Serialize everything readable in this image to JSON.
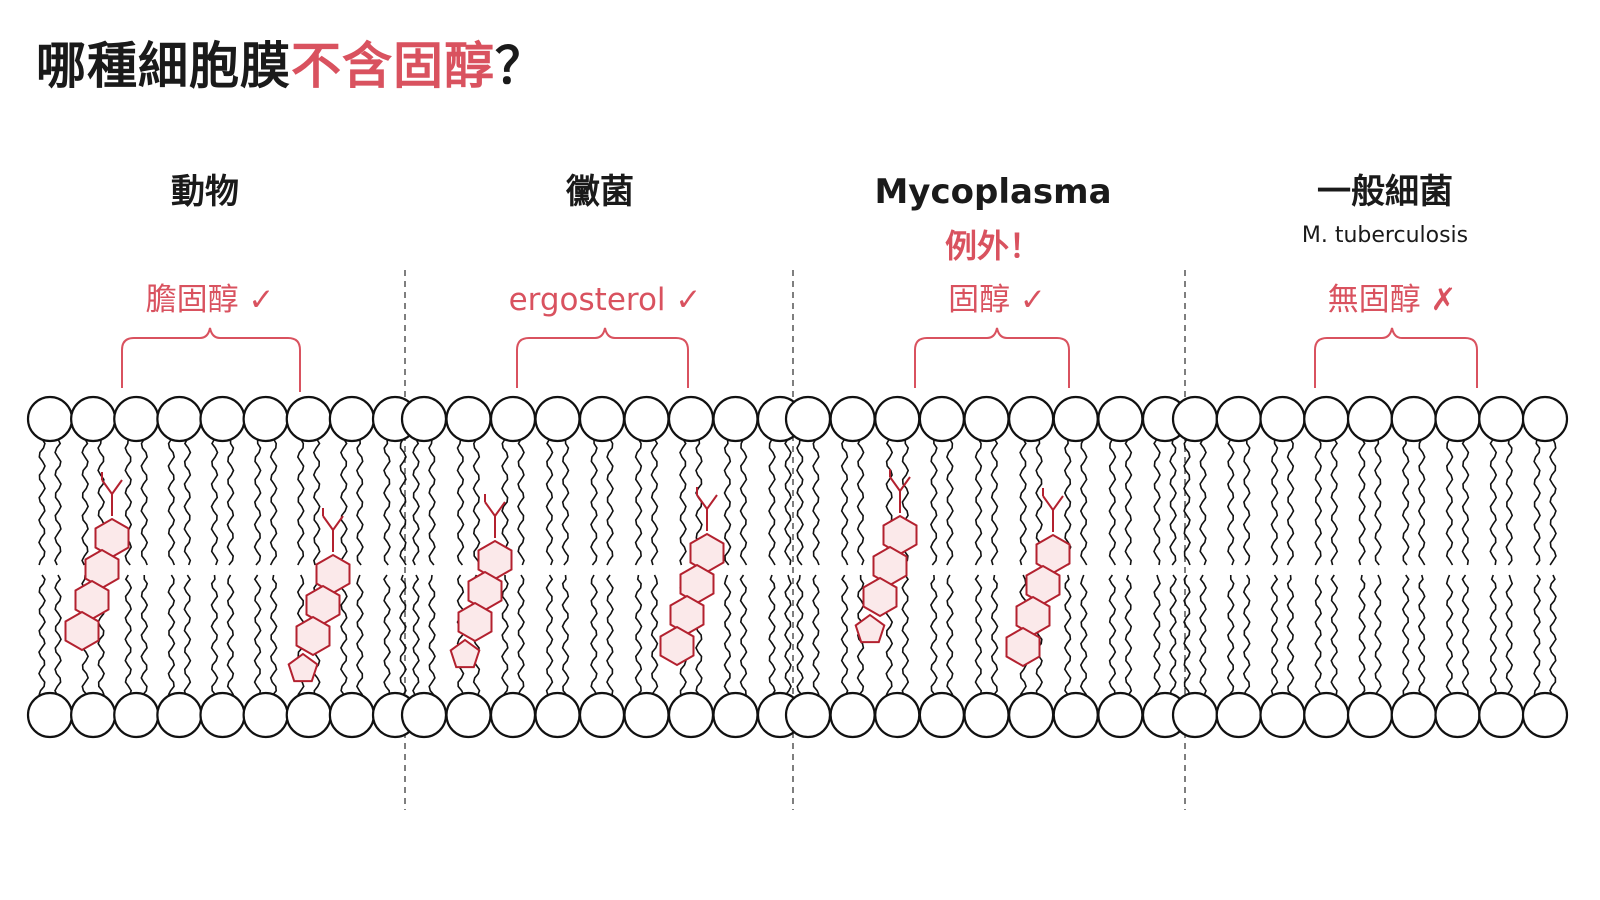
{
  "title": {
    "part1": "哪種細胞膜",
    "part2": "不含固醇",
    "part3": "？"
  },
  "colors": {
    "accent": "#d9525f",
    "sterol_stroke": "#b3212f",
    "sterol_fill": "#fbe9ea",
    "text": "#1a1a1a"
  },
  "columns": [
    {
      "heading": "動物",
      "subheading": "",
      "note": "",
      "label": "膽固醇 ✓",
      "has_sterol": true
    },
    {
      "heading": "黴菌",
      "subheading": "",
      "note": "",
      "label": "ergosterol ✓",
      "has_sterol": true
    },
    {
      "heading": "Mycoplasma",
      "subheading": "",
      "note": "例外！",
      "label": "固醇 ✓",
      "has_sterol": true
    },
    {
      "heading": "一般細菌",
      "subheading": "M. tuberculosis",
      "note": "",
      "label": "無固醇 ✗",
      "has_sterol": false
    }
  ]
}
